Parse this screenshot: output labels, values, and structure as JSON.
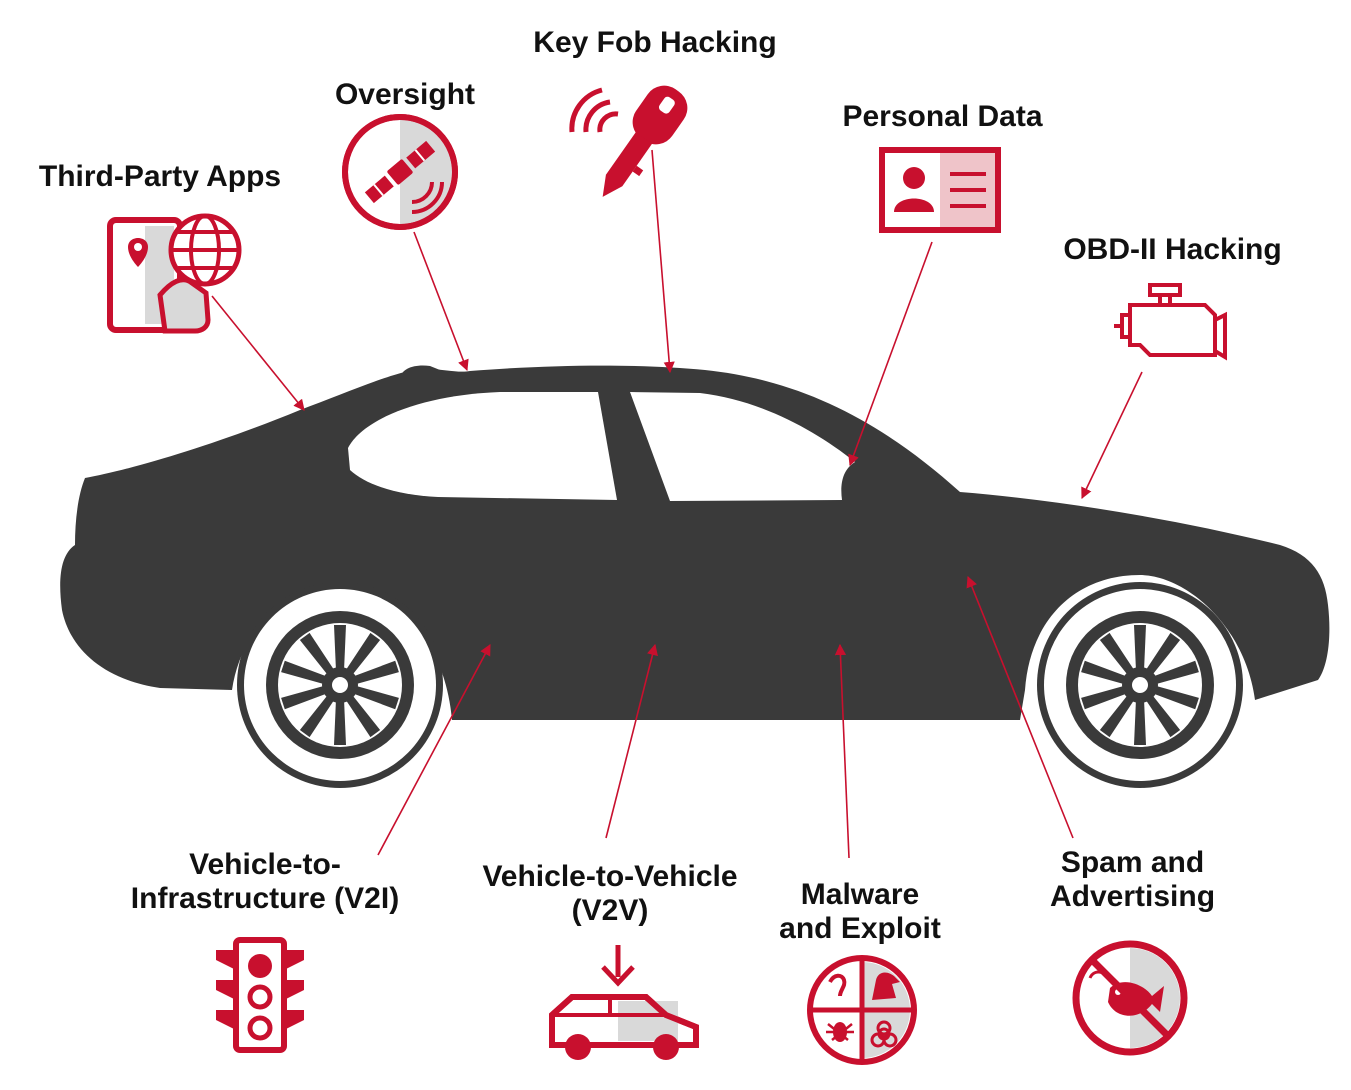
{
  "colors": {
    "accent": "#c8102e",
    "car": "#3a3a3a",
    "tint": "#d9d9d9"
  },
  "labels": {
    "third_party_apps": "Third-Party Apps",
    "oversight": "Oversight",
    "key_fob_hacking": "Key Fob Hacking",
    "personal_data": "Personal Data",
    "obd_hacking": "OBD-II Hacking",
    "v2i_line1": "Vehicle-to-",
    "v2i_line2": "Infrastructure (V2I)",
    "v2v_line1": "Vehicle-to-Vehicle",
    "v2v_line2": "(V2V)",
    "malware_line1": "Malware",
    "malware_line2": "and Exploit",
    "spam_line1": "Spam and",
    "spam_line2": "Advertising"
  },
  "icons": {
    "third_party_apps": "tablet-map-globe-icon",
    "oversight": "satellite-icon",
    "key_fob_hacking": "key-fob-icon",
    "personal_data": "id-card-icon",
    "obd_hacking": "engine-icon",
    "v2i": "traffic-light-icon",
    "v2v": "car-arrow-icon",
    "malware": "malware-quadrant-icon",
    "spam": "no-phishing-icon"
  }
}
